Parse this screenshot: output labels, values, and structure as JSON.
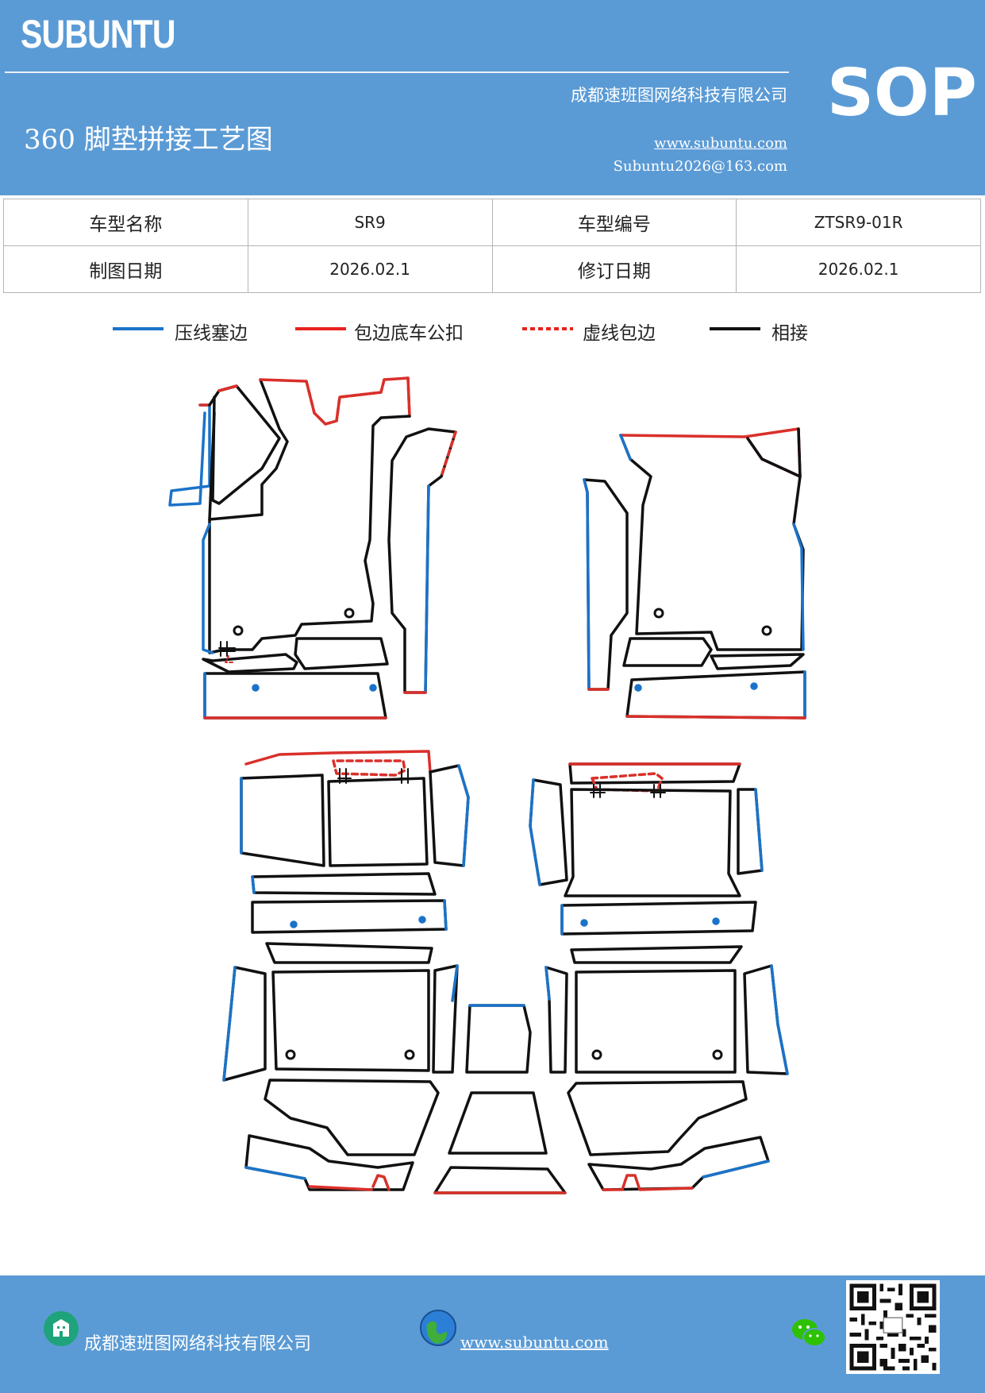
{
  "header": {
    "brand": "SUBUNTU",
    "company": "成都速班图网络科技有限公司",
    "title": "360 脚垫拼接工艺图",
    "url": "www.subuntu.com",
    "email": "Subuntu2026@163.com",
    "sop": "SOP"
  },
  "info_table": {
    "model_name_label": "车型名称",
    "model_name_value": "SR9",
    "model_code_label": "车型编号",
    "model_code_value": "ZTSR9-01R",
    "draw_date_label": "制图日期",
    "draw_date_value": "2026.02.1",
    "revise_date_label": "修订日期",
    "revise_date_value": "2026.02.1"
  },
  "legend": [
    {
      "label": "压线塞边",
      "color": "#1a73c9",
      "style": "solid"
    },
    {
      "label": "包边底车公扣",
      "color": "#e8231e",
      "style": "solid"
    },
    {
      "label": "虚线包边",
      "color": "#e8231e",
      "style": "dashed"
    },
    {
      "label": "相接",
      "color": "#111111",
      "style": "solid"
    }
  ],
  "colors": {
    "header_bg": "#5b9bd5",
    "press_line": "#1a73c9",
    "wrap_edge": "#d9302a",
    "join": "#111111"
  },
  "footer": {
    "company": "成都速班图网络科技有限公司",
    "url": "www.subuntu.com",
    "icons": [
      "building-icon",
      "globe-icon",
      "wechat-icon",
      "qr-code"
    ]
  }
}
